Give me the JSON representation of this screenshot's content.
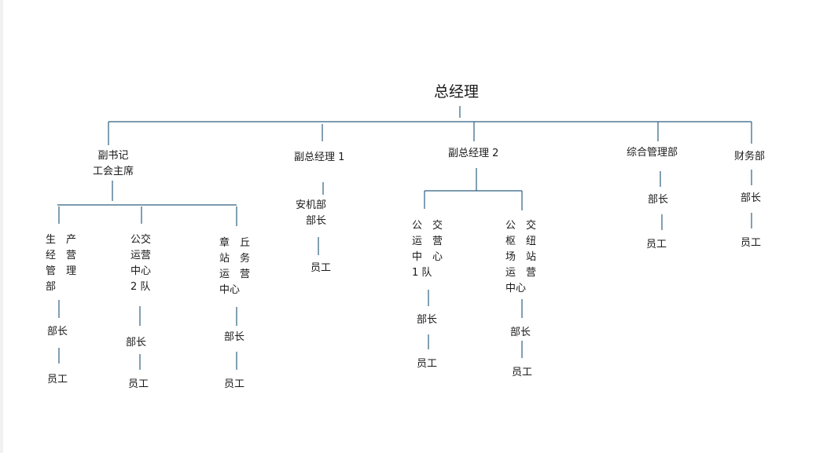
{
  "root": {
    "label": "总经理"
  },
  "level1": [
    {
      "label": "副书记\n工会主席"
    },
    {
      "label": "副总经理 1"
    },
    {
      "label": "副总经理 2"
    },
    {
      "label": "综合管理部"
    },
    {
      "label": "财务部"
    }
  ],
  "level2": {
    "fushuji_1": {
      "label": "生　产\n经　营\n管　理\n部"
    },
    "fushuji_2": {
      "label": "公交\n运营\n中心\n2 队"
    },
    "fushuji_3": {
      "label": "章　丘\n站　务\n运　营\n中心"
    },
    "anjibu": {
      "label": "安机部\n　部长"
    },
    "fuzong2_1": {
      "label": "公　交\n运　营\n中　心\n1 队"
    },
    "fuzong2_2": {
      "label": "公　交\n枢　纽\n场　站\n运　营\n中心"
    }
  },
  "roles": {
    "head": "部长",
    "staff": "员工"
  },
  "colors": {
    "line": "#2f5f7f",
    "text": "#1a1a1a"
  }
}
